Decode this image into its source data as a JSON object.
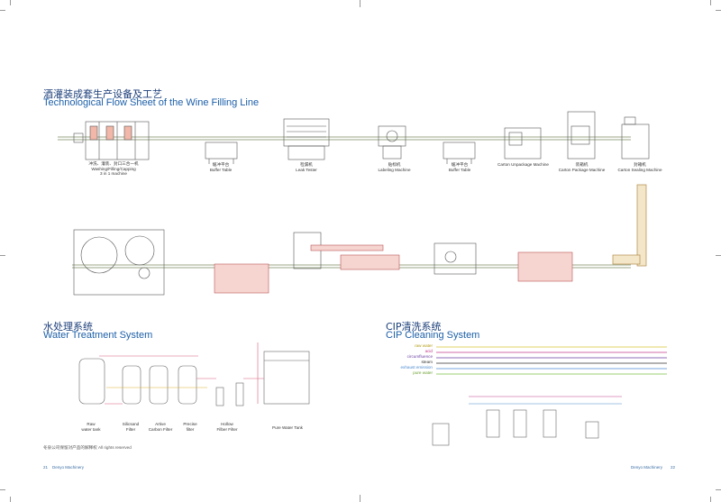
{
  "wine_line": {
    "title_cn": "酒灌装成套生产设备及工艺",
    "title_en": "Technological Flow Sheet of the Wine Filling Line",
    "machines": [
      {
        "cn": "冲洗、灌装、封口三合一机",
        "en": "Washing/Filling/Capping",
        "en2": "3 in 1 machine"
      },
      {
        "cn": "缓冲平台",
        "en": "Buffer Table"
      },
      {
        "cn": "检漏机",
        "en": "Leak Tester"
      },
      {
        "cn": "贴标机",
        "en": "Labeling Machine"
      },
      {
        "cn": "缓冲平台",
        "en": "Buffer Table"
      },
      {
        "cn": "",
        "en": "Carton Unpackage Machine"
      },
      {
        "cn": "装箱机",
        "en": "Carton Package Machine"
      },
      {
        "cn": "封箱机",
        "en": "Carton  Sealing Machine"
      }
    ]
  },
  "water": {
    "title_cn": "水处理系统",
    "title_en": "Water Treatment System",
    "units": [
      {
        "l1": "Raw",
        "l2": "water tank"
      },
      {
        "l1": "Silicsand",
        "l2": "Filter"
      },
      {
        "l1": "Artive",
        "l2": "Carbon Filter"
      },
      {
        "l1": "Precise",
        "l2": "filter"
      },
      {
        "l1": "Hollow",
        "l2": "Filber Filter"
      },
      {
        "l1": "Pure Water Tank",
        "l2": ""
      }
    ],
    "note": "冬泉公司保留对产品的解释权  All rights reserved"
  },
  "cip": {
    "title_cn": "CIP清洗系统",
    "title_en": "CIP Cleaning System",
    "legend": [
      {
        "label": "raw water",
        "color": "#d9c430"
      },
      {
        "label": "acid",
        "color": "#c03a8a"
      },
      {
        "label": "circumfluence",
        "color": "#6a3ea0"
      },
      {
        "label": "steam",
        "color": "#333333"
      },
      {
        "label": "exhaust emission",
        "color": "#4a8ad0"
      },
      {
        "label": "pure water",
        "color": "#7cc040"
      }
    ]
  },
  "footer": {
    "left_page": "21",
    "left_brand": "Denyo Machinery",
    "right_brand": "Denyo Machinery",
    "right_page": "22"
  }
}
